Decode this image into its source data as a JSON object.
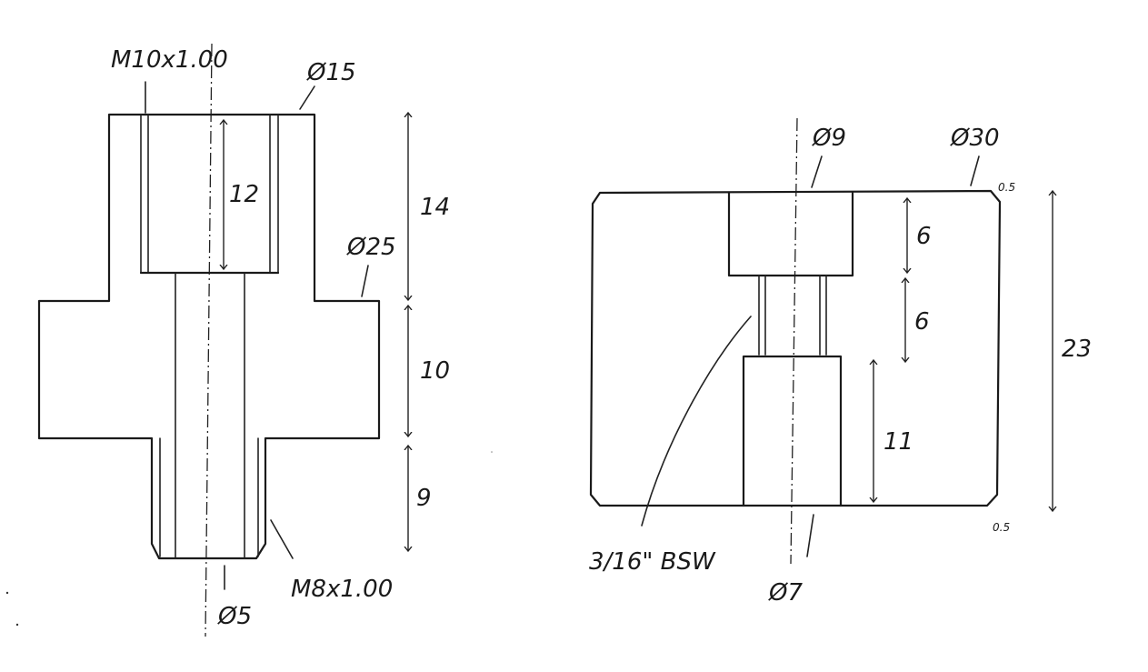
{
  "left_part": {
    "thread_top": "M10x1.00",
    "dia_top": "Ø15",
    "depth_bore": "12",
    "height_top": "14",
    "dia_flange": "Ø25",
    "height_flange": "10",
    "height_bottom": "9",
    "thread_bottom": "M8x1.00",
    "dia_bore": "Ø5"
  },
  "right_part": {
    "dia_counterbore": "Ø9",
    "dia_outer": "Ø30",
    "chamfer_top": "0.5",
    "chamfer_bottom": "0.5",
    "depth_counterbore": "6",
    "thread_length": "6",
    "total_height": "23",
    "depth_lower_bore": "11",
    "thread_spec": "3/16\" BSW",
    "dia_lower_bore": "Ø7"
  }
}
